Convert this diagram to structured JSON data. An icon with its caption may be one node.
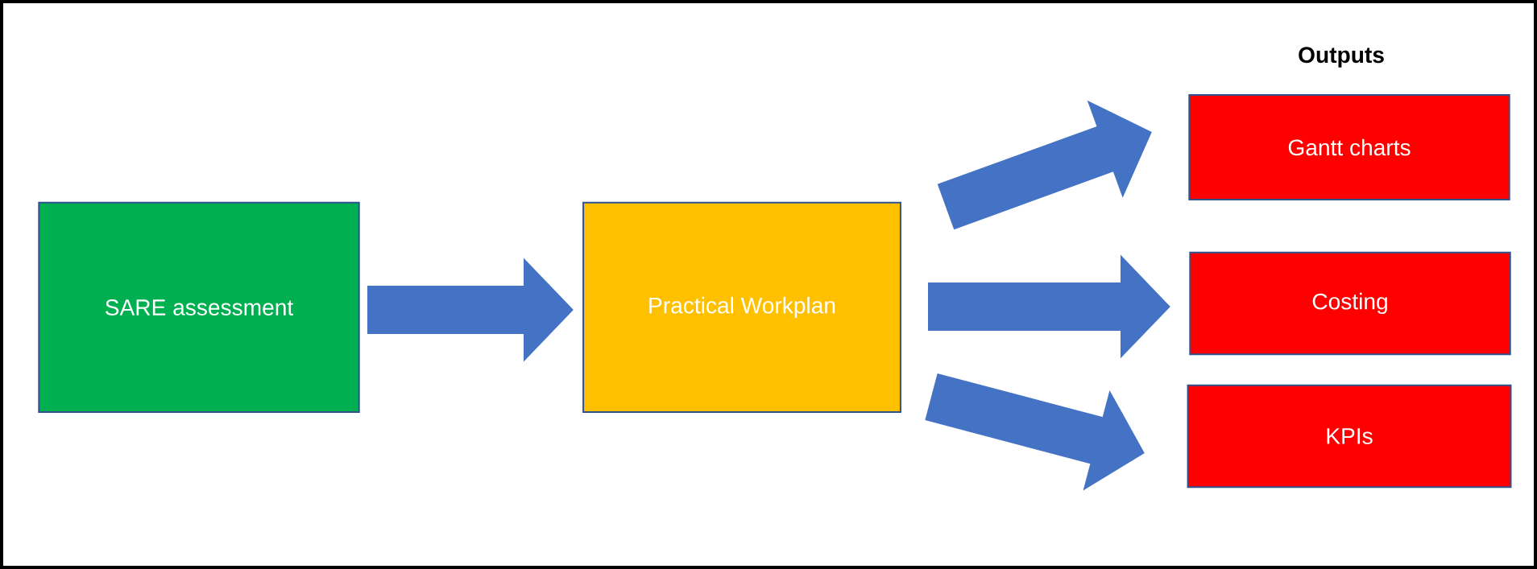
{
  "diagram": {
    "nodes": [
      {
        "text": [
          "SARE assessment"
        ]
      },
      {
        "text": [
          "Practical Workplan"
        ]
      },
      {
        "text": [
          "Gantt charts"
        ]
      },
      {
        "text": [
          "Costing"
        ]
      },
      {
        "text": [
          "KPIs"
        ]
      }
    ],
    "edges": [
      {
        "from": 0,
        "to": 1,
        "arrow": "to"
      },
      {
        "from": 1,
        "to": 2,
        "arrow": "to"
      },
      {
        "from": 1,
        "to": 3,
        "arrow": "to"
      },
      {
        "from": 1,
        "to": 4,
        "arrow": "to"
      }
    ],
    "labels": [
      "Outputs"
    ]
  }
}
